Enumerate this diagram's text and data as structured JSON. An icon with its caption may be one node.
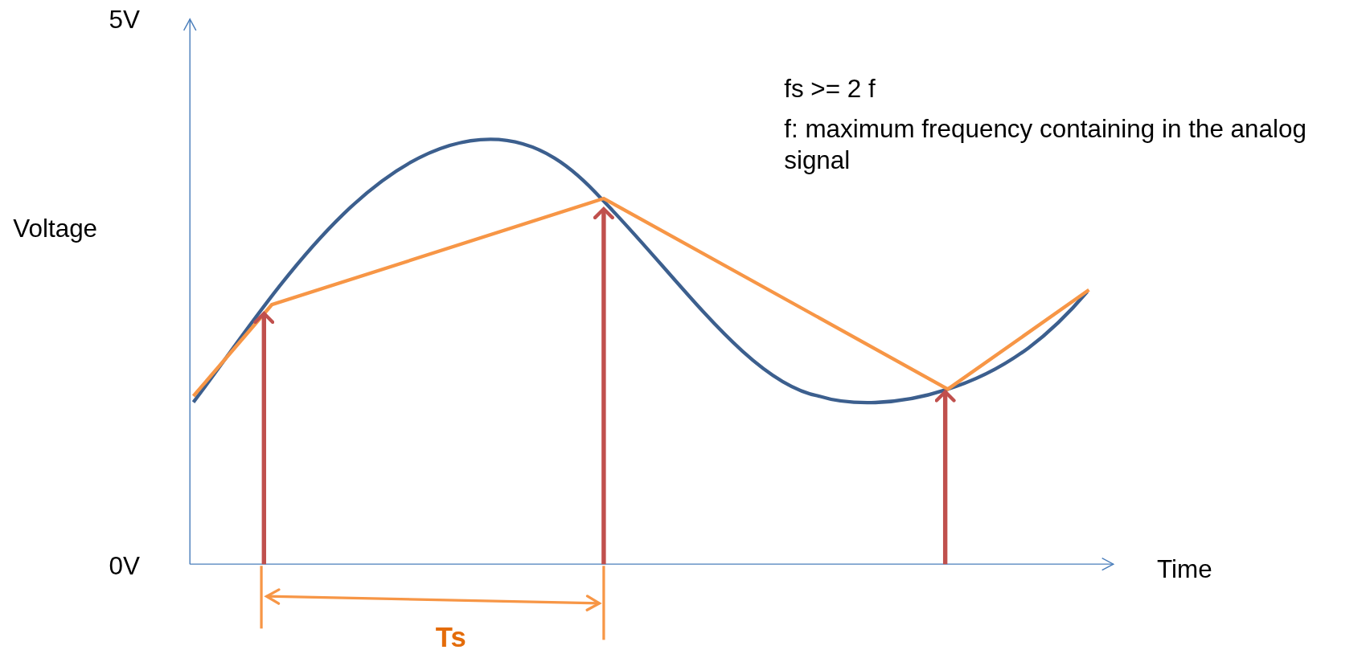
{
  "diagram": {
    "labels": [
      "5V",
      "Voltage",
      "0V",
      "Time",
      "fs >= 2 f",
      "f: maximum frequency containing in the analog signal",
      "Ts"
    ]
  }
}
